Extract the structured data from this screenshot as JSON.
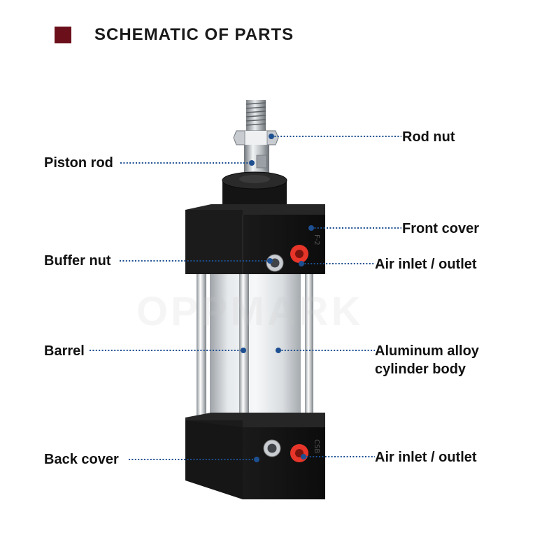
{
  "header": {
    "title": "SCHEMATIC  OF  PARTS",
    "marker_color": "#6b0f1a"
  },
  "watermark": "OPPMARK",
  "colors": {
    "leader_line": "#1d4f91",
    "leader_dot": "#1d4f91",
    "fitting": "#e8352a"
  },
  "labels": {
    "rod_nut": "Rod nut",
    "piston_rod": "Piston rod",
    "front_cover": "Front cover",
    "buffer_nut": "Buffer nut",
    "air_inlet_outlet_top": "Air inlet / outlet",
    "barrel": "Barrel",
    "aluminum_body_line1": "Aluminum alloy",
    "aluminum_body_line2": "cylinder body",
    "back_cover": "Back cover",
    "air_inlet_outlet_bottom": "Air inlet / outlet"
  }
}
